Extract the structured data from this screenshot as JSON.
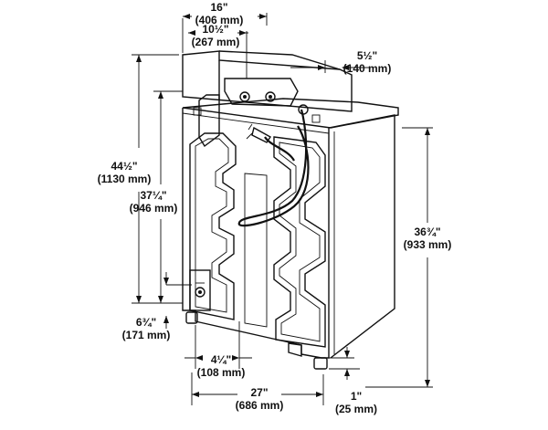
{
  "dimensions": {
    "top_width": {
      "primary": "16\"",
      "metric": "(406 mm)"
    },
    "top_inner": {
      "primary": "10½\"",
      "metric": "(267 mm)"
    },
    "console_offset": {
      "primary": "5½\"",
      "metric": "(140 mm)"
    },
    "overall_height": {
      "primary": "44½\"",
      "metric": "(1130 mm)"
    },
    "lid_height": {
      "primary": "37¼\"",
      "metric": "(946 mm)"
    },
    "cabinet_height": {
      "primary": "36¾\"",
      "metric": "(933 mm)"
    },
    "drain_height": {
      "primary": "6¾\"",
      "metric": "(171 mm)"
    },
    "drain_offset": {
      "primary": "4¼\"",
      "metric": "(108 mm)"
    },
    "cabinet_width": {
      "primary": "27\"",
      "metric": "(686 mm)"
    },
    "foot_height": {
      "primary": "1\"",
      "metric": "(25 mm)"
    }
  },
  "colors": {
    "ink": "#111111",
    "background": "#ffffff"
  }
}
